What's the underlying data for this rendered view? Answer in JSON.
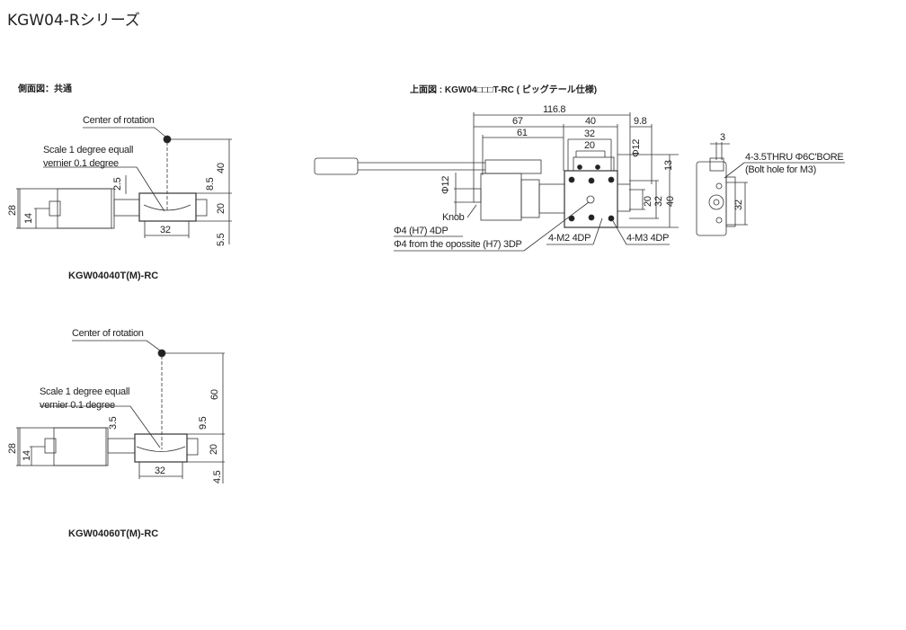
{
  "page_title": "KGW04-Rシリーズ",
  "side_view": {
    "heading": "側面図：共通",
    "model_a": {
      "center_label": "Center of rotation",
      "scale_line1": "Scale 1 degree equall",
      "scale_line2": "vernier 0.1 degree",
      "dims": {
        "height_center": "40",
        "offset_top": "8.5",
        "stage_h": "20",
        "offset_side": "2.5",
        "total_h": "28",
        "half_h": "14",
        "hole_pitch": "32",
        "bottom": "5.5"
      },
      "caption": "KGW04040T(M)-RC"
    },
    "model_b": {
      "center_label": "Center of rotation",
      "scale_line1": "Scale 1 degree equall",
      "scale_line2": "vernier 0.1 degree",
      "dims": {
        "height_center": "60",
        "offset_top": "9.5",
        "stage_h": "20",
        "offset_side": "3.5",
        "total_h": "28",
        "half_h": "14",
        "hole_pitch": "32",
        "bottom": "4.5"
      },
      "caption": "KGW04060T(M)-RC"
    }
  },
  "top_view": {
    "heading": "上面図 : KGW04□□□T-RC ( ピッグテール仕様)",
    "dims": {
      "total": "116.8",
      "d67": "67",
      "d40": "40",
      "d9_8": "9.8",
      "d61": "61",
      "d32": "32",
      "d20": "20",
      "phi12_right": "Φ12",
      "phi12_left": "Φ12",
      "d13": "13",
      "v20": "20",
      "v32": "32",
      "v40": "40"
    },
    "labels": {
      "knob": "Knob",
      "hole1": "Φ4 (H7) 4DP",
      "hole2": "Φ4 from the opossite (H7) 3DP",
      "m2": "4-M2 4DP",
      "m3": "4-M3 4DP"
    }
  },
  "end_view": {
    "dim3": "3",
    "dim32": "32",
    "bolt_line1": "4-3.5THRU Φ6C'BORE",
    "bolt_line2": "(Bolt hole for M3)"
  }
}
